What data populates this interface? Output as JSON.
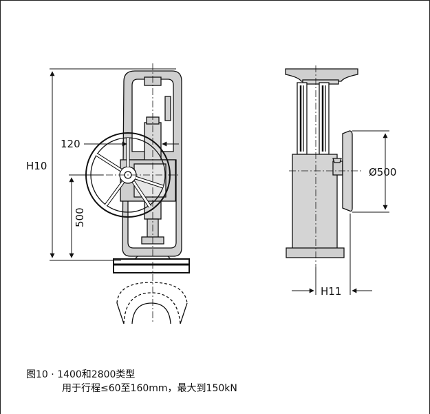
{
  "drawing": {
    "labels": {
      "h10": "H10",
      "dim_120": "120",
      "dim_500": "500",
      "dia_500": "Ø500",
      "h11": "H11"
    }
  },
  "caption": {
    "line1": "图10 · 1400和2800类型",
    "line2": "用于行程≤60至160mm，最大到150kN"
  },
  "colors": {
    "body_fill": "#d4d4d4",
    "line": "#111111",
    "frame_border": "#222222"
  }
}
